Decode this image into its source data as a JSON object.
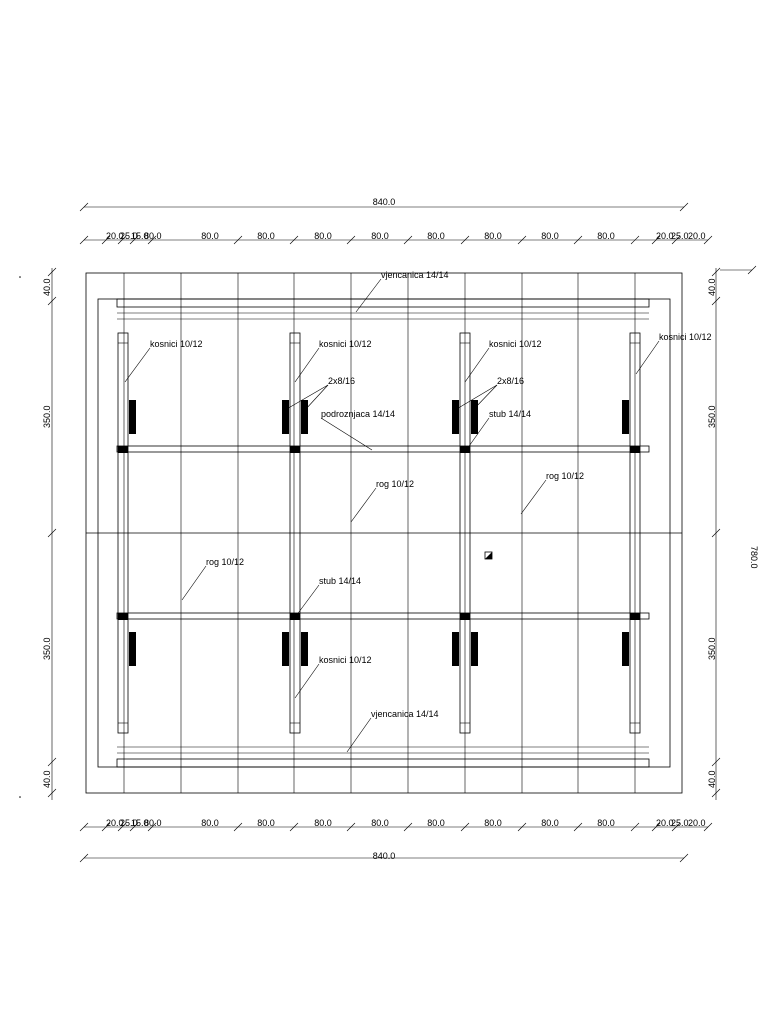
{
  "drawing": {
    "total_width": "840.0",
    "total_height": "780.0",
    "dims_top": [
      "20.0",
      "25.0",
      "15.0",
      "80.0",
      "80.0",
      "80.0",
      "80.0",
      "80.0",
      "80.0",
      "80.0",
      "80.0",
      "80.0",
      "20.0",
      "25.0",
      "20.0"
    ],
    "dims_bottom": [
      "20.0",
      "25.0",
      "15.0",
      "80.0",
      "80.0",
      "80.0",
      "80.0",
      "80.0",
      "80.0",
      "80.0",
      "80.0",
      "80.0",
      "20.0",
      "25.0",
      "20.0"
    ],
    "dims_left": [
      "40.0",
      "350.0",
      "350.0",
      "40.0"
    ],
    "dims_right": [
      "40.0",
      "350.0",
      "350.0",
      "40.0"
    ],
    "labels": [
      {
        "text": "vjencanica 14/14"
      },
      {
        "text": "kosnici 10/12"
      },
      {
        "text": "kosnici 10/12"
      },
      {
        "text": "kosnici 10/12"
      },
      {
        "text": "kosnici 10/12"
      },
      {
        "text": "2x8/16"
      },
      {
        "text": "2x8/16"
      },
      {
        "text": "podroznjaca 14/14"
      },
      {
        "text": "stub 14/14"
      },
      {
        "text": "rog 10/12"
      },
      {
        "text": "rog 10/12"
      },
      {
        "text": "rog 10/12"
      },
      {
        "text": "stub 14/14"
      },
      {
        "text": "kosnici 10/12"
      },
      {
        "text": "vjencanica 14/14"
      }
    ]
  }
}
